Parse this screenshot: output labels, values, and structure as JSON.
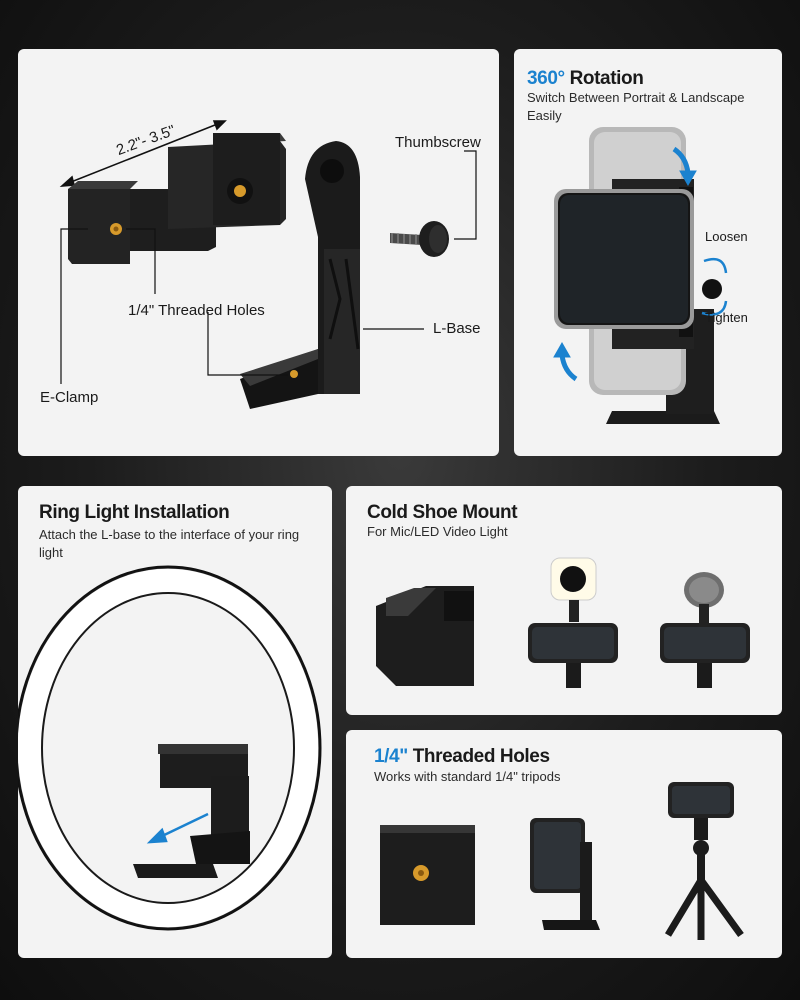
{
  "panel_parts": {
    "size_label": "2.2\"- 3.5\"",
    "thumbscrew": "Thumbscrew",
    "threaded_holes": "1/4\" Threaded Holes",
    "l_base": "L-Base",
    "e_clamp": "E-Clamp"
  },
  "panel_rotation": {
    "title_accent": "360°",
    "title_rest": " Rotation",
    "subtitle": "Switch Between Portrait & Landscape Easily",
    "loosen": "Loosen",
    "tighten": "Tighten"
  },
  "panel_ring": {
    "title": "Ring Light Installation",
    "subtitle": "Attach the L-base to the interface of your ring light"
  },
  "panel_coldshoe": {
    "title": "Cold Shoe Mount",
    "subtitle": "For Mic/LED Video Light"
  },
  "panel_threaded": {
    "title_accent": "1/4\"",
    "title_rest": " Threaded Holes",
    "subtitle": "Works with standard 1/4\" tripods"
  },
  "colors": {
    "accent_blue": "#1b82cf",
    "panel_bg": "#f3f3f3",
    "brass": "#d79a2b"
  }
}
